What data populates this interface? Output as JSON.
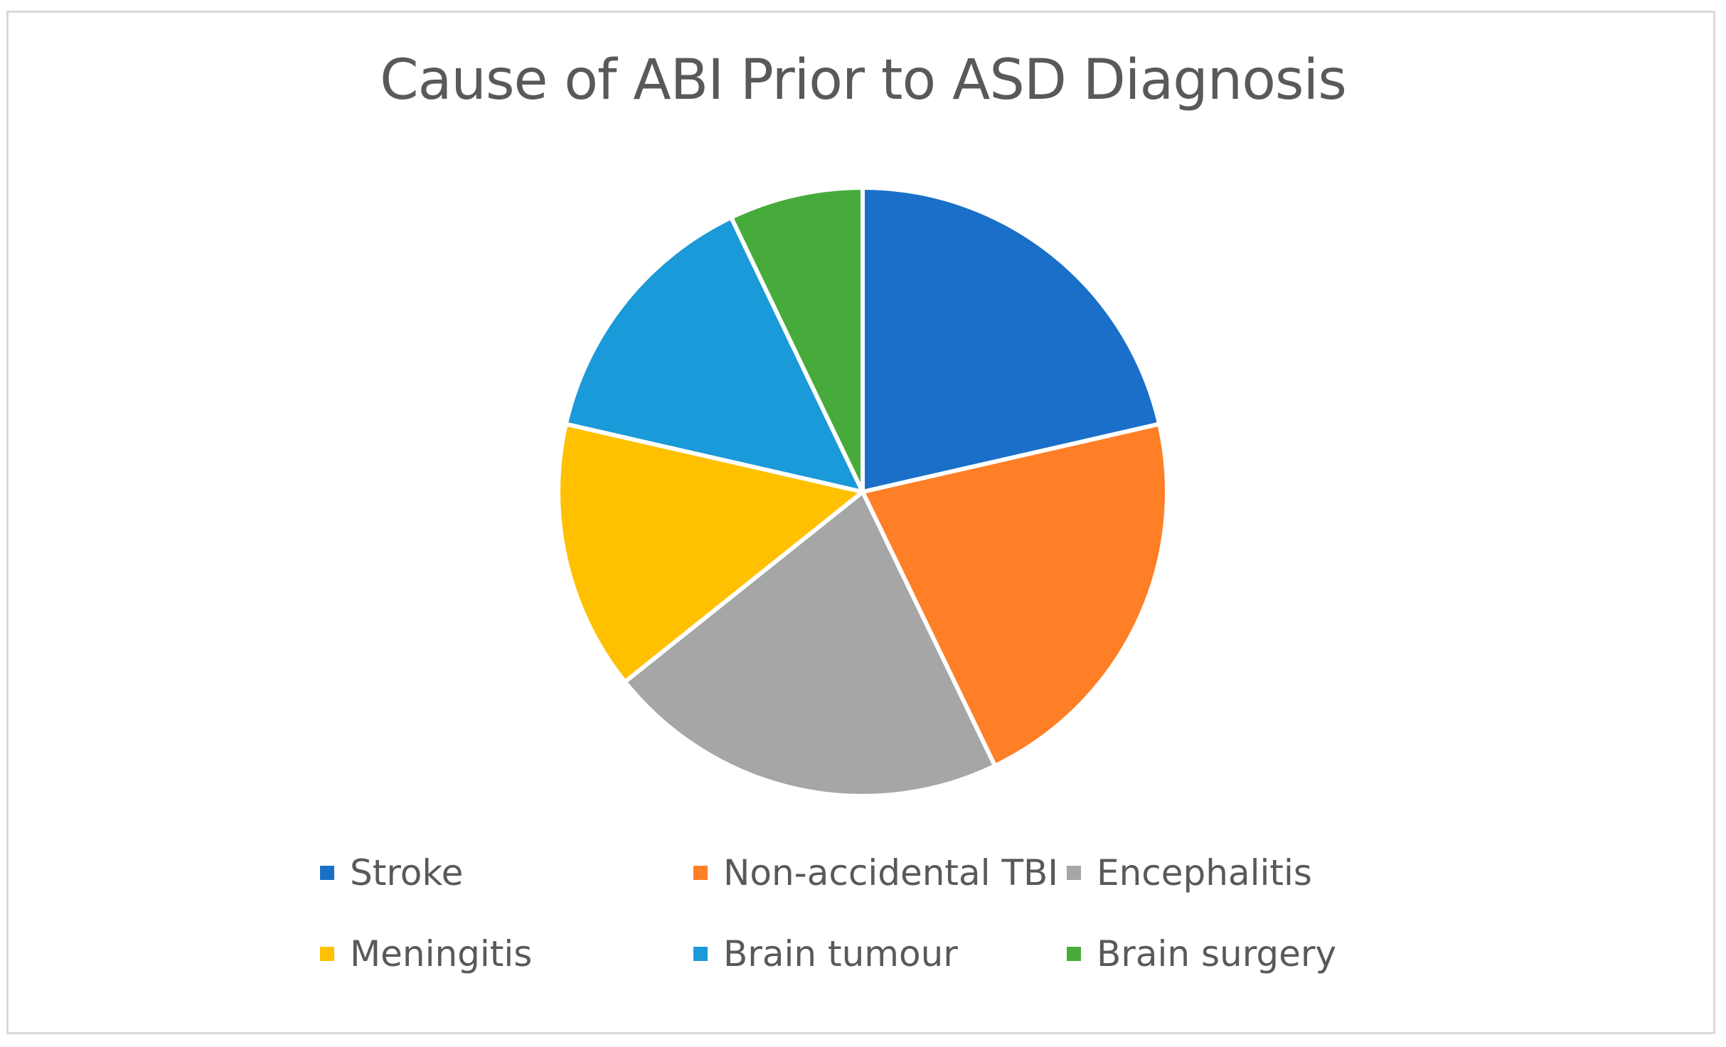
{
  "chart_data": {
    "type": "pie",
    "title": "Cause of ABI Prior to ASD Diagnosis",
    "legend_position": "bottom",
    "slices": [
      {
        "label": "Stroke",
        "value": 21.4,
        "color": "#1a70c8"
      },
      {
        "label": "Non-accidental TBI",
        "value": 21.4,
        "color": "#ff7f27"
      },
      {
        "label": "Encephalitis",
        "value": 21.4,
        "color": "#a6a6a6"
      },
      {
        "label": "Meningitis",
        "value": 14.3,
        "color": "#ffc000"
      },
      {
        "label": "Brain tumour",
        "value": 14.3,
        "color": "#1a9ad8"
      },
      {
        "label": "Brain surgery",
        "value": 7.1,
        "color": "#47ab3c"
      }
    ]
  }
}
